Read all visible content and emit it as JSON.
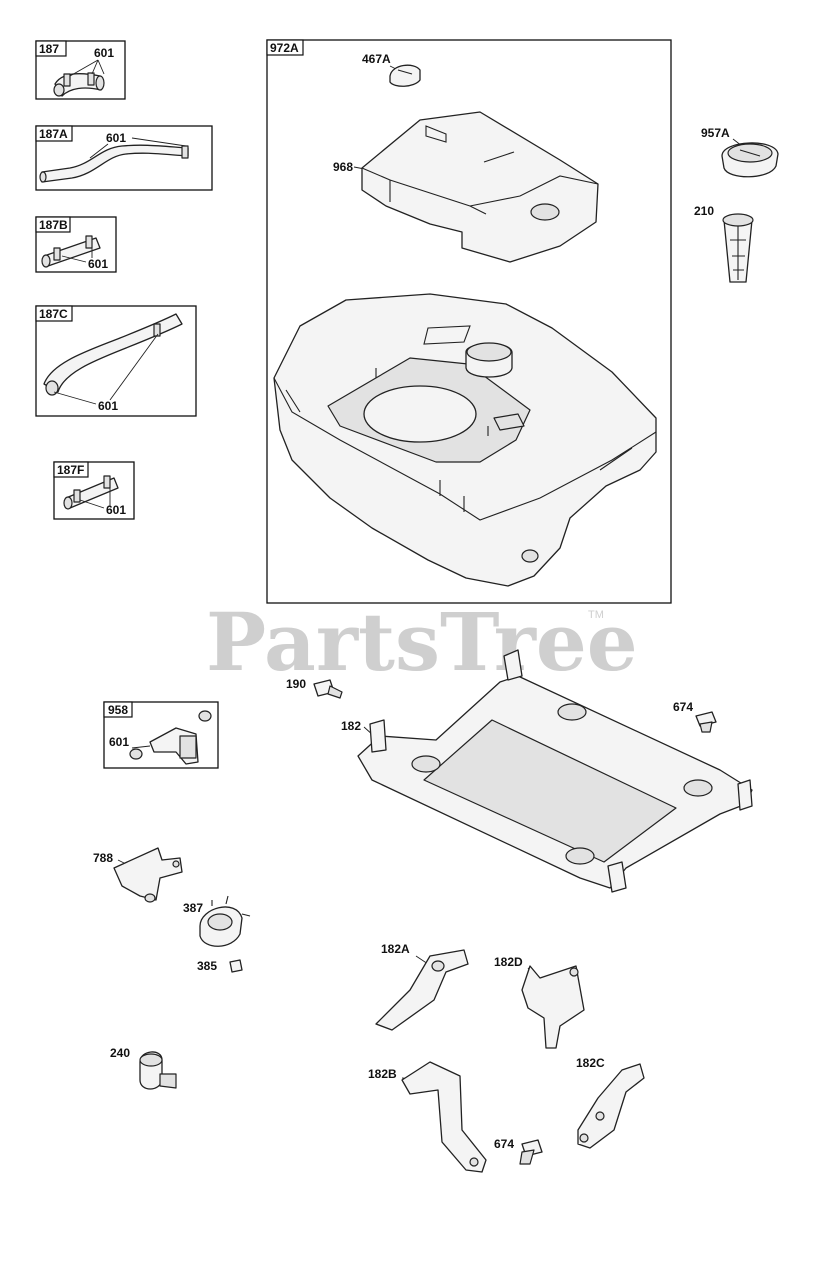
{
  "watermark": {
    "brand": "PartsTree",
    "trademark": "TM"
  },
  "kits": {
    "k187": {
      "id": "187",
      "part": "601"
    },
    "k187A": {
      "id": "187A",
      "part": "601"
    },
    "k187B": {
      "id": "187B",
      "part": "601"
    },
    "k187C": {
      "id": "187C",
      "part": "601"
    },
    "k187F": {
      "id": "187F",
      "part": "601"
    },
    "k958": {
      "id": "958",
      "part": "601"
    },
    "k972A": {
      "id": "972A"
    }
  },
  "parts": {
    "p467A": "467A",
    "p968": "968",
    "p957A": "957A",
    "p210": "210",
    "p190": "190",
    "p182": "182",
    "p674a": "674",
    "p788": "788",
    "p387": "387",
    "p385": "385",
    "p240": "240",
    "p182A": "182A",
    "p182D": "182D",
    "p182B": "182B",
    "p182C": "182C",
    "p674b": "674"
  }
}
